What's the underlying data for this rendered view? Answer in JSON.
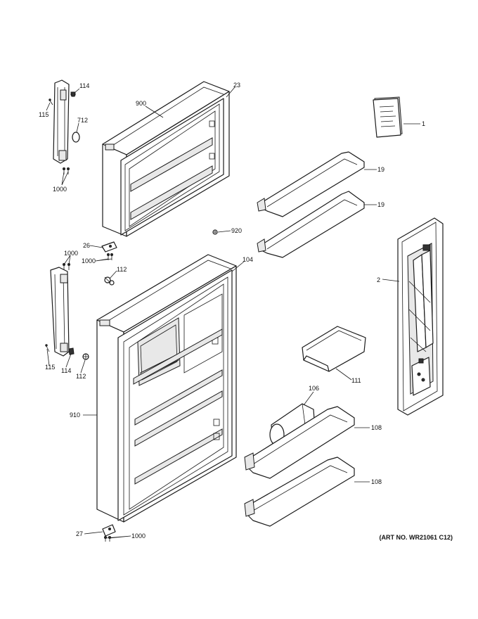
{
  "callouts": {
    "c114a": "114",
    "c115a": "115",
    "c712": "712",
    "c1000a": "1000",
    "c900": "900",
    "c23": "23",
    "c1": "1",
    "c19a": "19",
    "c19b": "19",
    "c920": "920",
    "c26": "26",
    "c1000b": "1000",
    "c1000c": "1000",
    "c112a": "112",
    "c104": "104",
    "c2": "2",
    "c115b": "115",
    "c114b": "114",
    "c112b": "112",
    "c910": "910",
    "c111": "111",
    "c106": "106",
    "c108a": "108",
    "c108b": "108",
    "c27": "27",
    "c1000d": "1000"
  },
  "art_number": "(ART NO. WR21061 C12)"
}
